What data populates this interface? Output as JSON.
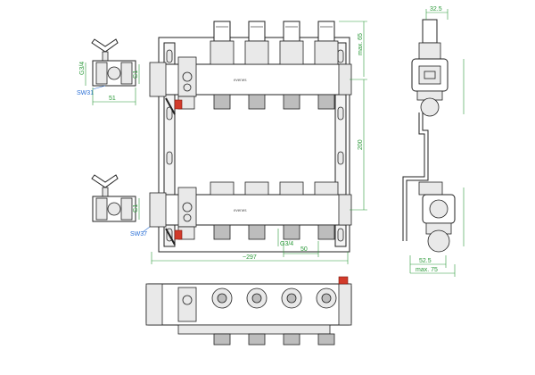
{
  "labels": {
    "valve_top_thread": "G3/4",
    "valve_top_conn": "G1",
    "valve_top_spanner": "SW31",
    "valve_top_width": "51",
    "valve_bottom_conn": "G1",
    "valve_bottom_spanner": "SW37",
    "outlet_thread": "G3/4",
    "outlet_pitch": "50",
    "total_length": "~297",
    "height_top": "max. 65",
    "height_mid": "200",
    "side_top": "32.5",
    "side_bottom": "52.5",
    "side_max": "max. 75",
    "brand_top": "evenes",
    "brand_bottom": "evenes"
  },
  "colors": {
    "dimension": "#2c9a3a",
    "spanner": "#2a6fd6",
    "valve_handle": "#d23a2a",
    "outline": "#222222"
  }
}
